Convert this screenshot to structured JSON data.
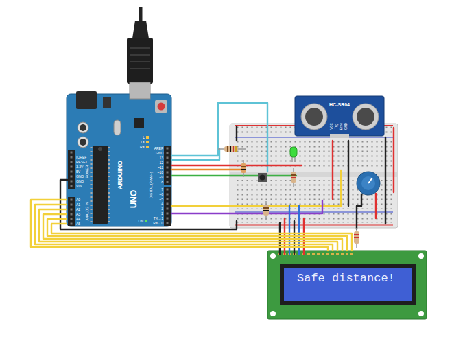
{
  "diagram": {
    "nodes": [
      {
        "text": [
          "ARDUINO",
          "UNO"
        ]
      },
      {
        "text": [
          "HC-SR04"
        ]
      },
      {
        "text": [
          "Safe distance!"
        ]
      }
    ],
    "edges": [
      {
        "from": 0,
        "to": 2,
        "arrow": "none"
      },
      {
        "from": 0,
        "to": 2,
        "arrow": "none"
      },
      {
        "from": 0,
        "to": 2,
        "arrow": "none"
      },
      {
        "from": 0,
        "to": 2,
        "arrow": "none"
      },
      {
        "from": 0,
        "to": 2,
        "arrow": "none"
      },
      {
        "from": 0,
        "to": 2,
        "arrow": "none"
      }
    ],
    "labels": [
      "AREF",
      "GND",
      "13",
      "12",
      "~11",
      "~10",
      "~9",
      "8",
      "7",
      "~6",
      "~5",
      "4",
      "~3",
      "2",
      "TX→1",
      "RX←0",
      "DIGITAL (PWM~)",
      "IOREF",
      "RESET",
      "3.3V",
      "5V",
      "GND",
      "GND",
      "VIN",
      "POWER",
      "A0",
      "A1",
      "A2",
      "A3",
      "A4",
      "A5",
      "ANALOG IN",
      "L",
      "TX",
      "RX",
      "ON",
      "VCC",
      "Trig",
      "Echo",
      "GND"
    ]
  }
}
